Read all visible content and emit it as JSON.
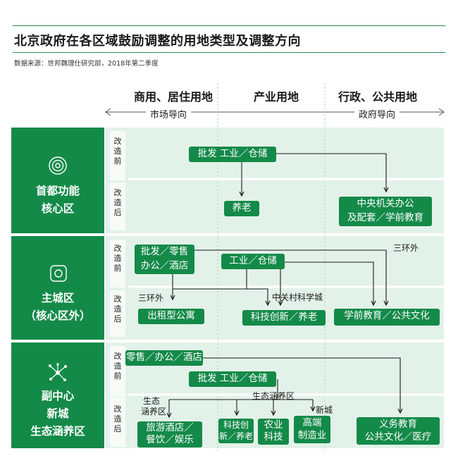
{
  "title": "北京政府在各区域鼓励调整的用地类型及调整方向",
  "source": "数据来源：世邦魏理仕研究部，2018年第二季度",
  "columns": [
    "商用、居住用地",
    "产业用地",
    "行政、公共用地"
  ],
  "axis": {
    "left_label": "市场导向",
    "right_label": "政府导向"
  },
  "phase": {
    "before": "改造前",
    "after": "改造后"
  },
  "sections": [
    {
      "name_line1": "首都功能",
      "name_line2": "核心区",
      "icon": "target-icon"
    },
    {
      "name_line1": "主城区",
      "name_line2": "（核心区外）",
      "icon": "circle-square-icon"
    },
    {
      "name_line1": "副中心",
      "name_line2": "新城",
      "name_line3": "生态涵养区",
      "icon": "network-icon"
    }
  ],
  "boxes": {
    "s1_before": "批发  工业／仓储",
    "s1_after_a": "养老",
    "s1_after_b_l1": "中央机关办公",
    "s1_after_b_l2": "及配套／学前教育",
    "s2_before_a_l1": "批发／零售",
    "s2_before_a_l2": "办公／酒店",
    "s2_before_b": "工业／仓储",
    "s2_after_a": "出租型公寓",
    "s2_after_b": "科技创新／养老",
    "s2_after_c": "学前教育／公共文化",
    "s3_before_a": "零售／办公／酒店",
    "s3_before_b": "批发  工业／仓储",
    "s3_after_a_l1": "旅游酒店／",
    "s3_after_a_l2": "餐饮／娱乐",
    "s3_after_b_l1": "科技创",
    "s3_after_b_l2": "新／养老",
    "s3_after_c_l1": "农业",
    "s3_after_c_l2": "科技",
    "s3_after_d_l1": "高端",
    "s3_after_d_l2": "制造业",
    "s3_after_e_l1": "义务教育",
    "s3_after_e_l2": "公共文化／医疗"
  },
  "notes": {
    "s2_third_ring_right": "三环外",
    "s2_third_ring_left": "三环外",
    "s2_zgc": "中关村科学城",
    "s3_eco_l1": "生态",
    "s3_eco_l2": "涵养区",
    "s3_eco_mid": "生态涵养区",
    "s3_newcity": "新城"
  },
  "colors": {
    "primary": "#148a49",
    "light_bg": "#e3f2e9",
    "line": "#1a1a1a"
  }
}
